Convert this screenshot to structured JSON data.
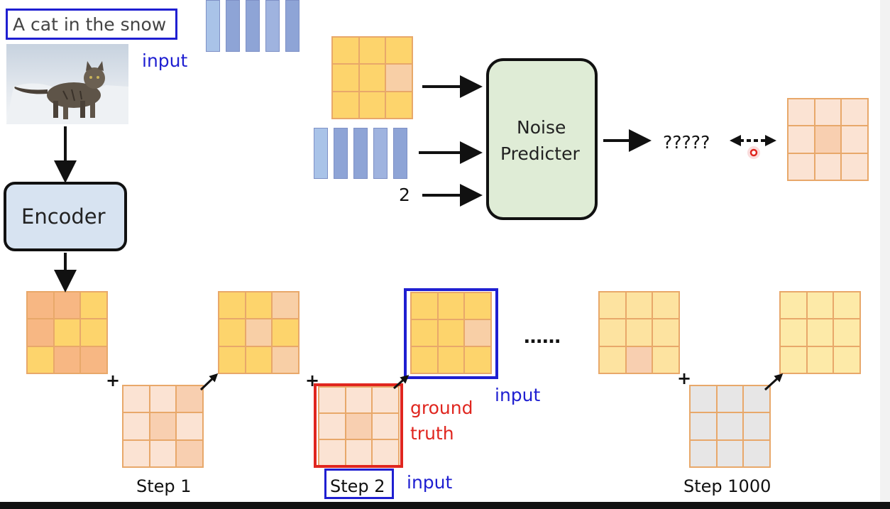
{
  "caption": "A cat in the snow",
  "labels": {
    "input_top": "input",
    "encoder": "Encoder",
    "noise_predicter_line1": "Noise",
    "noise_predicter_line2": "Predicter",
    "question": "?????",
    "step_number": "2",
    "ellipsis": "……",
    "ground_truth_line1": "ground",
    "ground_truth_line2": "truth",
    "input_mid": "input",
    "input_bottom": "input",
    "step1": "Step 1",
    "step2": "Step 2",
    "step1000": "Step 1000",
    "plus": "+"
  },
  "colors": {
    "blue_label": "#1f1fd1",
    "red_label": "#e0261f",
    "predicter_fill": "#dfecd6",
    "encoder_fill": "#d7e3f1",
    "yellow": "#fdd46c",
    "orange": "#f7b783",
    "light_peach": "#fbe3d3",
    "mid_peach": "#f8cfb0",
    "grey": "#e7e6e6",
    "pale_yellow": "#fdeaa8"
  },
  "icons": {
    "cat_photo": "cat-photo",
    "cursor_dot": "laser-pointer-icon"
  }
}
